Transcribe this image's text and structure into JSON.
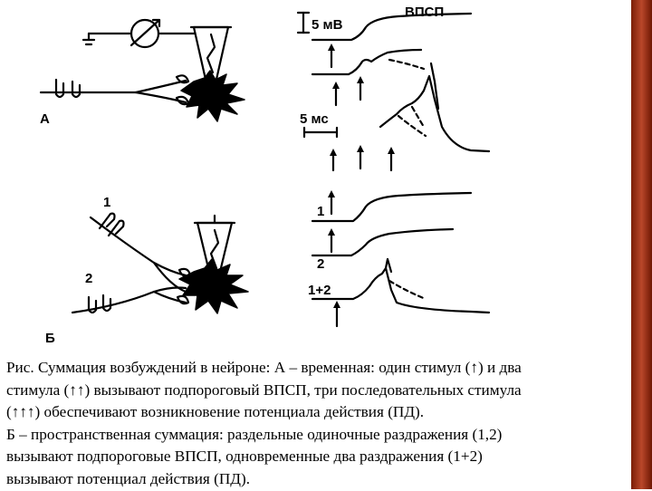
{
  "figure": {
    "panel_a_label": "А",
    "panel_b_label": "Б",
    "scale_voltage": "5 мВ",
    "scale_time": "5 мс",
    "epsp_label": "ВПСП",
    "stim_1": "1",
    "stim_2": "2",
    "trace_1": "1",
    "trace_2": "2",
    "trace_1plus2": "1+2"
  },
  "caption": {
    "lines": [
      "Рис. Суммация возбуждений в нейроне: А – временная: один стимул (↑) и два",
      "стимула (↑↑) вызывают подпороговый ВПСП, три последовательных стимула",
      "(↑↑↑) обеспечивают возникновение потенциала действия (ПД).",
      "Б – пространственная суммация: раздельные одиночные раздражения (1,2)",
      "вызывают подпороговые ВПСП,  одновременные два раздражения (1+2)",
      "вызывают потенциал действия (ПД)."
    ]
  },
  "colors": {
    "background": "#ffffff",
    "ink": "#000000",
    "right_bar": "#a63a1c"
  }
}
